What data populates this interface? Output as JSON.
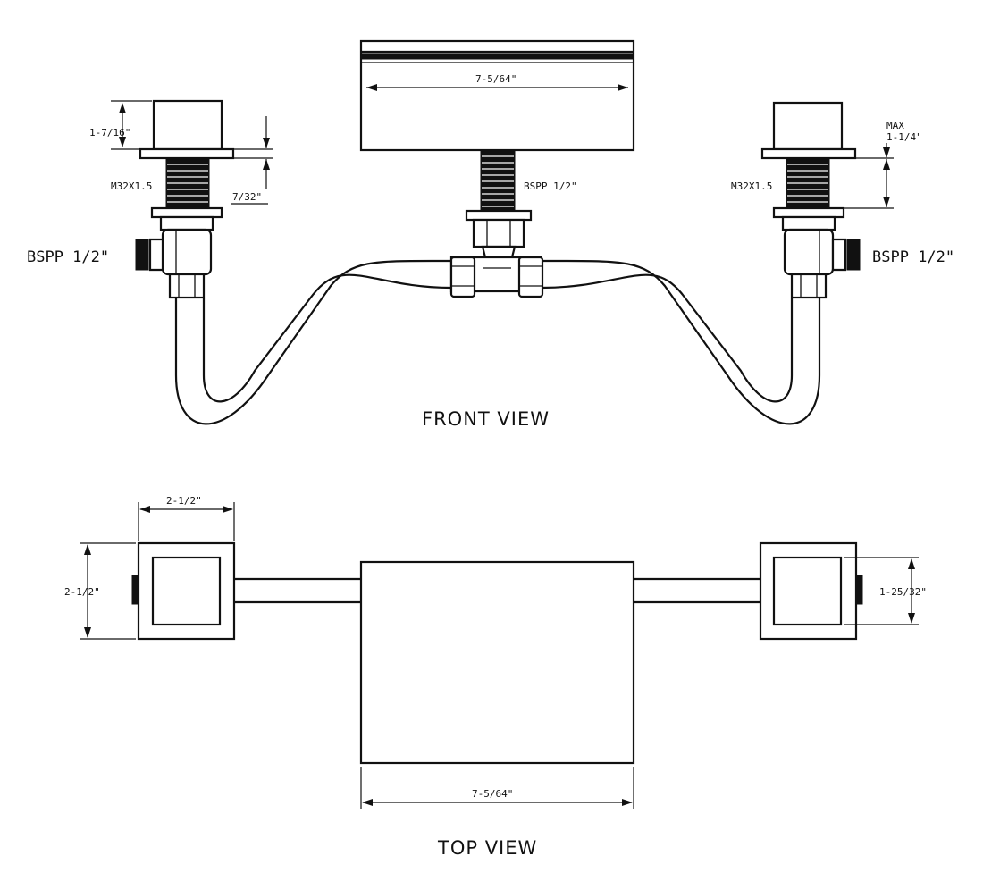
{
  "views": {
    "front": {
      "title": "FRONT VIEW"
    },
    "top": {
      "title": "TOP VIEW"
    }
  },
  "labels": {
    "front_spout_width": "7-5/64\"",
    "left_handle_height": "1-7/16\"",
    "left_thread": "M32X1.5",
    "left_gap": "7/32\"",
    "left_inlet": "BSPP 1/2\"",
    "center_inlet": "BSPP 1/2\"",
    "right_max_label": "MAX",
    "right_max_value": "1-1/4\"",
    "right_thread": "M32X1.5",
    "right_inlet": "BSPP 1/2\"",
    "top_handle_width": "2-1/2\"",
    "top_handle_depth": "2-1/2\"",
    "top_inner_size": "1-25/32\"",
    "top_spout_width": "7-5/64\""
  }
}
